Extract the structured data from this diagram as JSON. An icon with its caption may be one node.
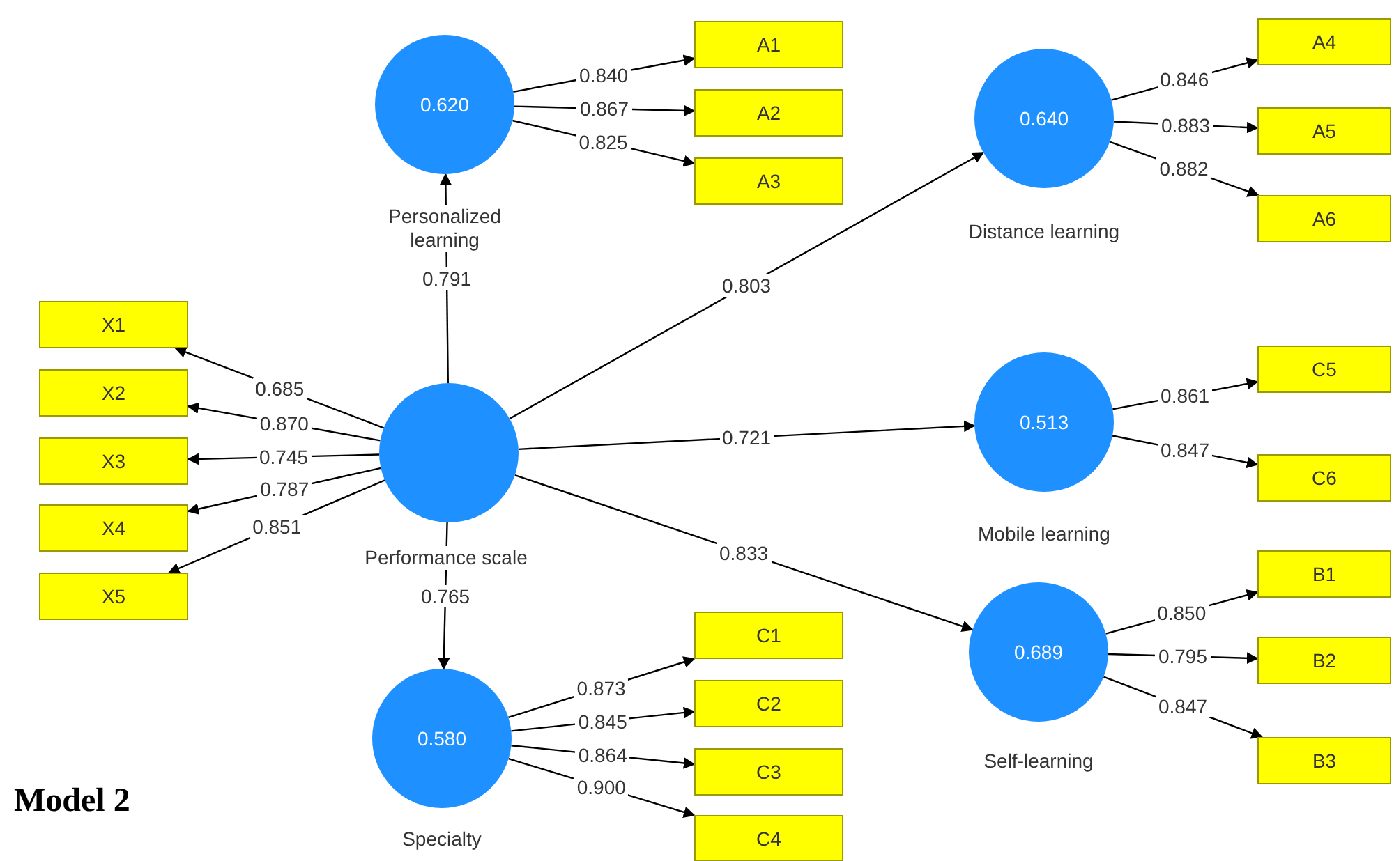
{
  "diagram": {
    "nodes": [
      {
        "text": [
          "0.620"
        ],
        "beside": [
          "Personalized learning"
        ]
      },
      {
        "text": [
          "A1"
        ]
      },
      {
        "text": [
          "A2"
        ]
      },
      {
        "text": [
          "A3"
        ]
      },
      {
        "text": [
          "0.640"
        ],
        "beside": [
          "Distance learning"
        ]
      },
      {
        "text": [
          "A4"
        ]
      },
      {
        "text": [
          "A5"
        ]
      },
      {
        "text": [
          "A6"
        ]
      },
      {
        "text": [
          "X1"
        ]
      },
      {
        "text": [
          "X2"
        ]
      },
      {
        "text": [
          "X3"
        ]
      },
      {
        "text": [
          "X4"
        ]
      },
      {
        "text": [
          "X5"
        ]
      },
      {
        "text": [],
        "shape": "circle",
        "beside": [
          "Performance scale"
        ]
      },
      {
        "text": [
          "0.513"
        ],
        "beside": [
          "Mobile learning"
        ]
      },
      {
        "text": [
          "C5"
        ]
      },
      {
        "text": [
          "C6"
        ]
      },
      {
        "text": [
          "0.689"
        ],
        "beside": [
          "Self-learning"
        ]
      },
      {
        "text": [
          "B1"
        ]
      },
      {
        "text": [
          "B2"
        ]
      },
      {
        "text": [
          "B3"
        ]
      },
      {
        "text": [
          "0.580"
        ],
        "beside": [
          "Specialty"
        ]
      },
      {
        "text": [
          "C1"
        ]
      },
      {
        "text": [
          "C2"
        ]
      },
      {
        "text": [
          "C3"
        ]
      },
      {
        "text": [
          "C4"
        ]
      }
    ],
    "edges": [
      {
        "from": 13,
        "to": 0,
        "arrow": "to",
        "label": "0.791"
      },
      {
        "from": 13,
        "to": 4,
        "arrow": "to",
        "label": "0.803"
      },
      {
        "from": 13,
        "to": 14,
        "arrow": "to",
        "label": "0.721"
      },
      {
        "from": 13,
        "to": 17,
        "arrow": "to",
        "label": "0.833"
      },
      {
        "from": 13,
        "to": 21,
        "arrow": "to",
        "label": "0.765"
      },
      {
        "from": 13,
        "to": 8,
        "arrow": "to",
        "label": "0.685"
      },
      {
        "from": 13,
        "to": 9,
        "arrow": "to",
        "label": "0.870"
      },
      {
        "from": 13,
        "to": 10,
        "arrow": "to",
        "label": "0.745"
      },
      {
        "from": 13,
        "to": 11,
        "arrow": "to",
        "label": "0.787"
      },
      {
        "from": 13,
        "to": 12,
        "arrow": "to",
        "label": "0.851"
      },
      {
        "from": 0,
        "to": 1,
        "arrow": "to",
        "label": "0.840"
      },
      {
        "from": 0,
        "to": 2,
        "arrow": "to",
        "label": "0.867"
      },
      {
        "from": 0,
        "to": 3,
        "arrow": "to",
        "label": "0.825"
      },
      {
        "from": 4,
        "to": 5,
        "arrow": "to",
        "label": "0.846"
      },
      {
        "from": 4,
        "to": 6,
        "arrow": "to",
        "label": "0.883"
      },
      {
        "from": 4,
        "to": 7,
        "arrow": "to",
        "label": "0.882"
      },
      {
        "from": 14,
        "to": 15,
        "arrow": "to",
        "label": "0.861"
      },
      {
        "from": 14,
        "to": 16,
        "arrow": "to",
        "label": "0.847"
      },
      {
        "from": 17,
        "to": 18,
        "arrow": "to",
        "label": "0.850"
      },
      {
        "from": 17,
        "to": 19,
        "arrow": "to",
        "label": "0.795"
      },
      {
        "from": 17,
        "to": 20,
        "arrow": "to",
        "label": "0.847"
      },
      {
        "from": 21,
        "to": 22,
        "arrow": "to",
        "label": "0.873"
      },
      {
        "from": 21,
        "to": 23,
        "arrow": "to",
        "label": "0.845"
      },
      {
        "from": 21,
        "to": 24,
        "arrow": "to",
        "label": "0.864"
      },
      {
        "from": 21,
        "to": 25,
        "arrow": "to",
        "label": "0.900"
      }
    ],
    "labels": [
      "Model 2"
    ]
  }
}
